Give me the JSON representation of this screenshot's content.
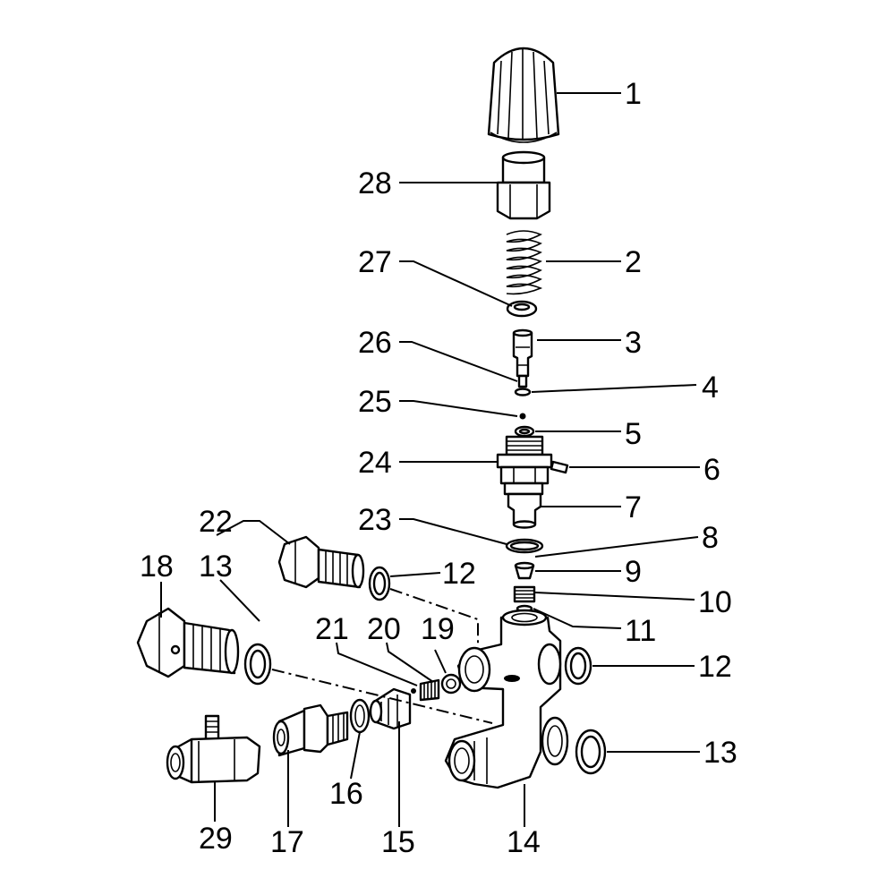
{
  "diagram": {
    "parts": [
      {
        "id": "part-1",
        "number": "1"
      },
      {
        "id": "part-2",
        "number": "2"
      },
      {
        "id": "part-3",
        "number": "3"
      },
      {
        "id": "part-4",
        "number": "4"
      },
      {
        "id": "part-5",
        "number": "5"
      },
      {
        "id": "part-6",
        "number": "6"
      },
      {
        "id": "part-7",
        "number": "7"
      },
      {
        "id": "part-8",
        "number": "8"
      },
      {
        "id": "part-9",
        "number": "9"
      },
      {
        "id": "part-10",
        "number": "10"
      },
      {
        "id": "part-11",
        "number": "11"
      },
      {
        "id": "part-12a",
        "number": "12"
      },
      {
        "id": "part-12b",
        "number": "12"
      },
      {
        "id": "part-13a",
        "number": "13"
      },
      {
        "id": "part-13b",
        "number": "13"
      },
      {
        "id": "part-14",
        "number": "14"
      },
      {
        "id": "part-15",
        "number": "15"
      },
      {
        "id": "part-16",
        "number": "16"
      },
      {
        "id": "part-17",
        "number": "17"
      },
      {
        "id": "part-18",
        "number": "18"
      },
      {
        "id": "part-19",
        "number": "19"
      },
      {
        "id": "part-20",
        "number": "20"
      },
      {
        "id": "part-21",
        "number": "21"
      },
      {
        "id": "part-22",
        "number": "22"
      },
      {
        "id": "part-23",
        "number": "23"
      },
      {
        "id": "part-24",
        "number": "24"
      },
      {
        "id": "part-25",
        "number": "25"
      },
      {
        "id": "part-26",
        "number": "26"
      },
      {
        "id": "part-27",
        "number": "27"
      },
      {
        "id": "part-28",
        "number": "28"
      },
      {
        "id": "part-29",
        "number": "29"
      }
    ]
  }
}
